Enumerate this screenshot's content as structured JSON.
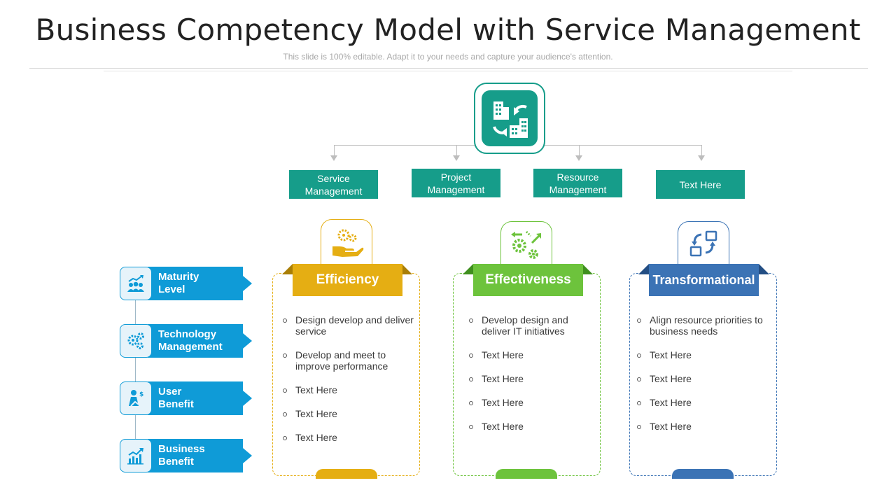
{
  "title": "Business Competency Model with Service Management",
  "subtitle": "This slide is 100% editable. Adapt it to your needs and capture your audience's attention.",
  "hub": {
    "icon": "building-exchange-icon"
  },
  "services": [
    {
      "line1": "Service",
      "line2": "Management"
    },
    {
      "line1": "Project",
      "line2": "Management"
    },
    {
      "line1": "Resource",
      "line2": "Management"
    },
    {
      "line1": "Text Here",
      "line2": ""
    }
  ],
  "left_items": [
    {
      "line1": "Maturity",
      "line2": "Level",
      "icon": "team-growth-icon"
    },
    {
      "line1": "Technology",
      "line2": "Management",
      "icon": "gears-icon"
    },
    {
      "line1": "User",
      "line2": "Benefit",
      "icon": "user-money-icon"
    },
    {
      "line1": "Business",
      "line2": "Benefit",
      "icon": "bar-chart-growth-icon"
    }
  ],
  "cards": [
    {
      "title": "Efficiency",
      "icon": "hand-gears-icon",
      "color": "#e5ae13",
      "bullets": [
        "Design develop and deliver service",
        "Develop and meet to improve performance",
        "Text Here",
        "Text Here",
        "Text Here"
      ]
    },
    {
      "title": "Effectiveness",
      "icon": "gears-arrows-icon",
      "color": "#6dc33c",
      "bullets": [
        "Develop design and deliver IT initiatives",
        "Text Here",
        "Text Here",
        "Text Here",
        "Text Here"
      ]
    },
    {
      "title": "Transformational",
      "icon": "squares-exchange-icon",
      "color": "#3b73b5",
      "bullets": [
        "Align resource priorities to business needs",
        "Text Here",
        "Text Here",
        "Text Here",
        "Text Here"
      ]
    }
  ]
}
